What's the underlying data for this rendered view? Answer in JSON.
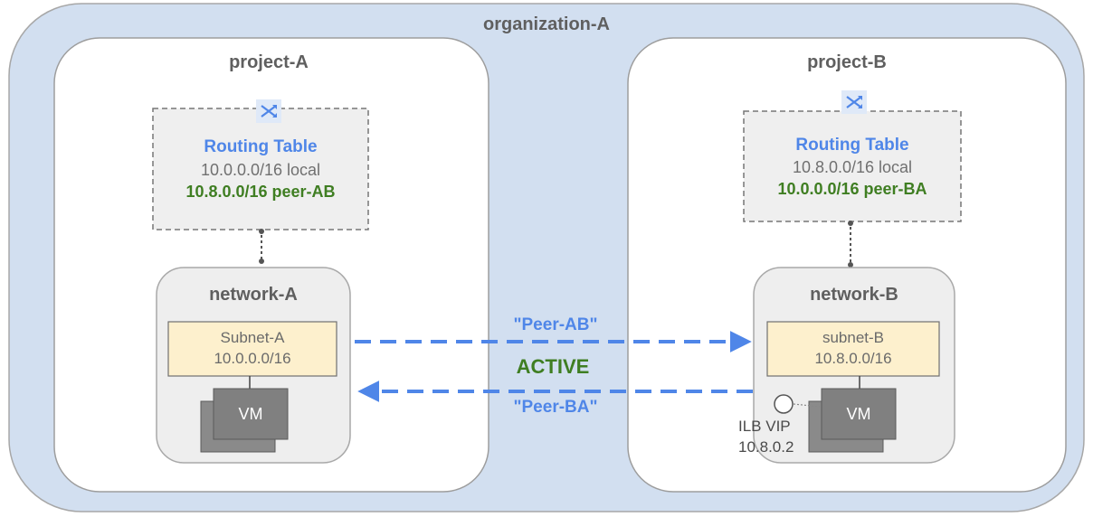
{
  "organization": {
    "name": "organization-A"
  },
  "projects": [
    {
      "name": "project-A",
      "routing_table": {
        "title": "Routing Table",
        "local_route": "10.0.0.0/16 local",
        "peer_route": "10.8.0.0/16 peer-AB"
      },
      "network": {
        "name": "network-A",
        "subnet": {
          "name": "Subnet-A",
          "cidr": "10.0.0.0/16"
        },
        "vm": {
          "label": "VM"
        }
      }
    },
    {
      "name": "project-B",
      "routing_table": {
        "title": "Routing Table",
        "local_route": "10.8.0.0/16 local",
        "peer_route": "10.0.0.0/16 peer-BA"
      },
      "network": {
        "name": "network-B",
        "subnet": {
          "name": "subnet-B",
          "cidr": "10.8.0.0/16"
        },
        "vm": {
          "label": "VM"
        },
        "ilb": {
          "label": "ILB VIP",
          "ip": "10.8.0.2"
        }
      }
    }
  ],
  "peering": {
    "forward_label": "\"Peer-AB\"",
    "reverse_label": "\"Peer-BA\"",
    "status": "ACTIVE"
  },
  "colors": {
    "org_fill": "#d2dff0",
    "project_fill": "#ffffff",
    "network_fill": "#eeeeee",
    "subnet_fill": "#fdf0cd",
    "routing_fill": "#efefef",
    "vm_fill": "#808080",
    "arrow": "#4f86e8",
    "peer_route": "#3f7e22",
    "title_text": "#5f5f5f"
  },
  "icons": {
    "routing_table": "shuffle-icon",
    "ilb": "ilb-vip-icon"
  }
}
